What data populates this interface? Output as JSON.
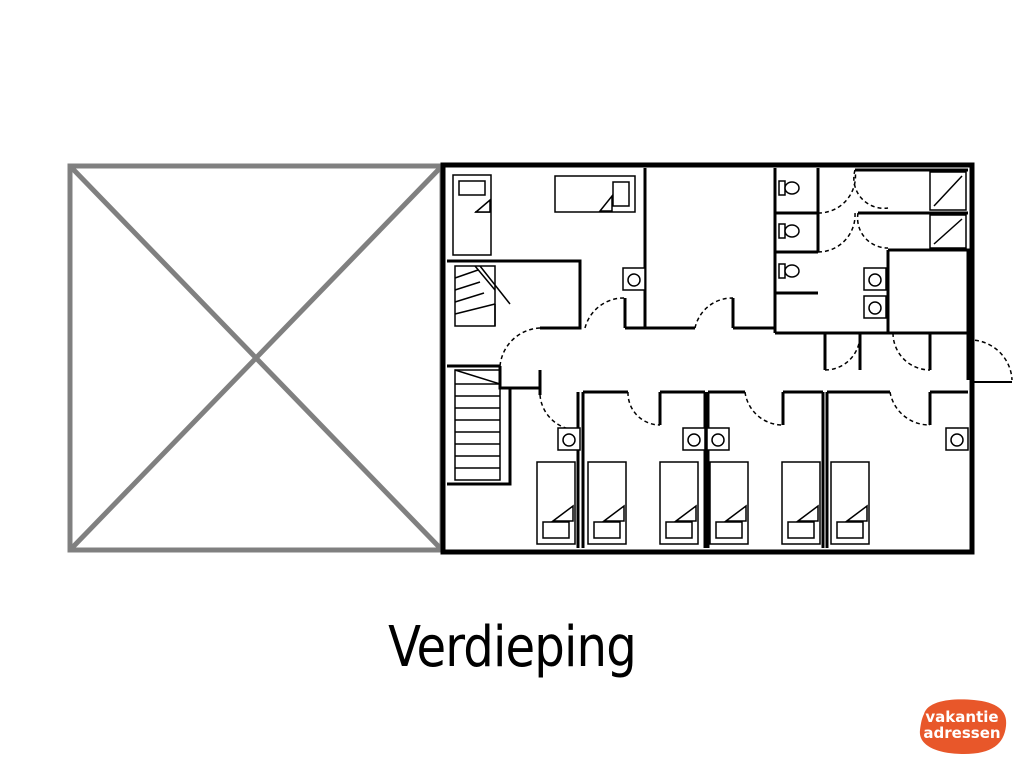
{
  "floor": {
    "title": "Verdieping"
  },
  "logo": {
    "line1": "vakantie",
    "line2": "adressen",
    "color": "#e8572a"
  },
  "colors": {
    "wall": "#000000",
    "void": "#808080",
    "background": "#ffffff"
  }
}
